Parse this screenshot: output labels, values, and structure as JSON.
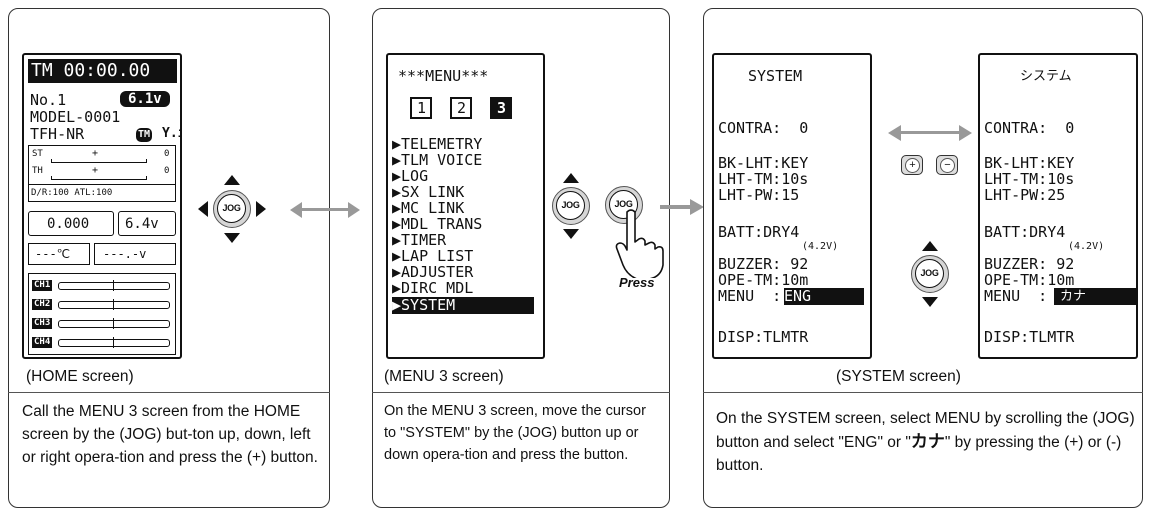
{
  "home": {
    "timer": "TM 00:00.00",
    "model_no": "No.1",
    "voltage_badge": "6.1v",
    "model_name": "MODEL-0001",
    "receiver": "TFH-NR",
    "tm_badge": "TM",
    "st_label": "ST",
    "st_value": "0",
    "th_label": "TH",
    "th_value": "0",
    "dr_atl": "D/R:100 ATL:100",
    "lap": "0.000",
    "rx_voltage": "6.4v",
    "temp": "---℃",
    "volt2": "---.-v",
    "channels": [
      "CH1",
      "CH2",
      "CH3",
      "CH4"
    ],
    "caption": "(HOME screen)",
    "description": "Call the MENU 3 screen from the HOME screen by the (JOG) but-ton up, down, left or right opera-tion and press the (+) button."
  },
  "menu": {
    "title": "***MENU***",
    "pages": [
      "1",
      "2",
      "3"
    ],
    "items": [
      "TELEMETRY",
      "TLM VOICE",
      "LOG",
      "SX LINK",
      "MC LINK",
      "MDL TRANS",
      "TIMER",
      "LAP LIST",
      "ADJUSTER",
      "DIRC MDL",
      "SYSTEM"
    ],
    "caption": "(MENU 3 screen)",
    "description": "On the MENU 3  screen, move the cursor to \"SYSTEM\" by the (JOG) button up or down opera-tion and press the button.",
    "press_label": "Press"
  },
  "system_en": {
    "title": "SYSTEM",
    "contra": "CONTRA:  0",
    "bk_lht": "BK-LHT:KEY",
    "lht_tm": "LHT-TM:10s",
    "lht_pw": "LHT-PW:15",
    "batt": "BATT:DRY4",
    "batt_v": "(4.2V)",
    "buzzer": "BUZZER: 92",
    "ope_tm": "OPE-TM:10m",
    "menu_label": "MENU  :",
    "menu_value": "ENG",
    "disp": "DISP:TLMTR"
  },
  "system_jp": {
    "title": "システム",
    "contra": "CONTRA:  0",
    "bk_lht": "BK-LHT:KEY",
    "lht_tm": "LHT-TM:10s",
    "lht_pw": "LHT-PW:25",
    "batt": "BATT:DRY4",
    "batt_v": "(4.2V)",
    "buzzer": "BUZZER: 92",
    "ope_tm": "OPE-TM:10m",
    "menu_label": "MENU  :",
    "menu_value": "カナ",
    "disp": "DISP:TLMTR"
  },
  "system": {
    "caption": "(SYSTEM screen)",
    "description_1": "On the SYSTEM screen, select MENU by scrolling the (JOG) button and select \"ENG\" or \"",
    "description_kana": "カナ",
    "description_2": "\" by pressing the (+) or (-) button."
  },
  "buttons": {
    "jog": "JOG",
    "plus": "+",
    "minus": "−"
  }
}
